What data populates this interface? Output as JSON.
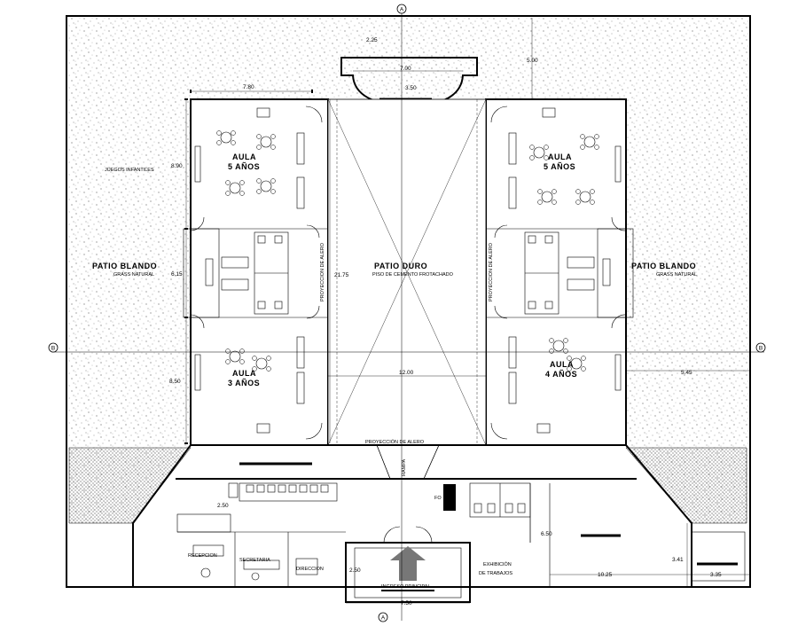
{
  "labels": {
    "aula_top_left": "AULA\n5 AÑOS",
    "aula_top_left_l1": "AULA",
    "aula_top_left_l2": "5 AÑOS",
    "aula_top_right_l1": "AULA",
    "aula_top_right_l2": "5 AÑOS",
    "aula_bottom_left_l1": "AULA",
    "aula_bottom_left_l2": "3 AÑOS",
    "aula_bottom_right_l1": "AULA",
    "aula_bottom_right_l2": "4 AÑOS",
    "juegos": "JUEGOS INFANTILES",
    "patio_blando_left": "PATIO BLANDO",
    "patio_blando_right": "PATIO BLANDO",
    "grass_left": "GRASS NATURAL",
    "grass_right": "GRASS NATURAL",
    "patio_duro": "PATIO DURO",
    "piso": "PISO DE CEMENTO FROTACHADO",
    "proy_left": "PROYECCION DE ALERO",
    "proy_right": "PROYECCION DE ALERO",
    "proy_bottom": "PROYECCIÓN DE ALERO",
    "rampa": "RAMPA",
    "recepcion": "RECEPCION",
    "secretaria": "SECRETARIA",
    "direccion": "DIRECCION",
    "exhibicion_l1": "EXHIBICIÓN",
    "exhibicion_l2": "DE TRABAJOS",
    "ingreso": "INGRESO PRINCIPAL",
    "fo": "FO"
  },
  "dimensions": {
    "d_225": "2.25",
    "d_700": "7.00",
    "d_350": "3.50",
    "d_500": "5.00",
    "d_780": "7.80",
    "d_890": "8.90",
    "d_615": "6.15",
    "d_2175": "21.75",
    "d_850": "8.50",
    "d_1200": "12.00",
    "d_545": "5.45",
    "d_250_left": "2.50",
    "d_650": "6.50",
    "d_341": "3.41",
    "d_250_bottom": "2.50",
    "d_1025": "10.25",
    "d_335": "3.35",
    "d_750": "7.50"
  },
  "axis_markers": {
    "top": "A",
    "left": "B",
    "right": "B",
    "bottom": "A"
  }
}
